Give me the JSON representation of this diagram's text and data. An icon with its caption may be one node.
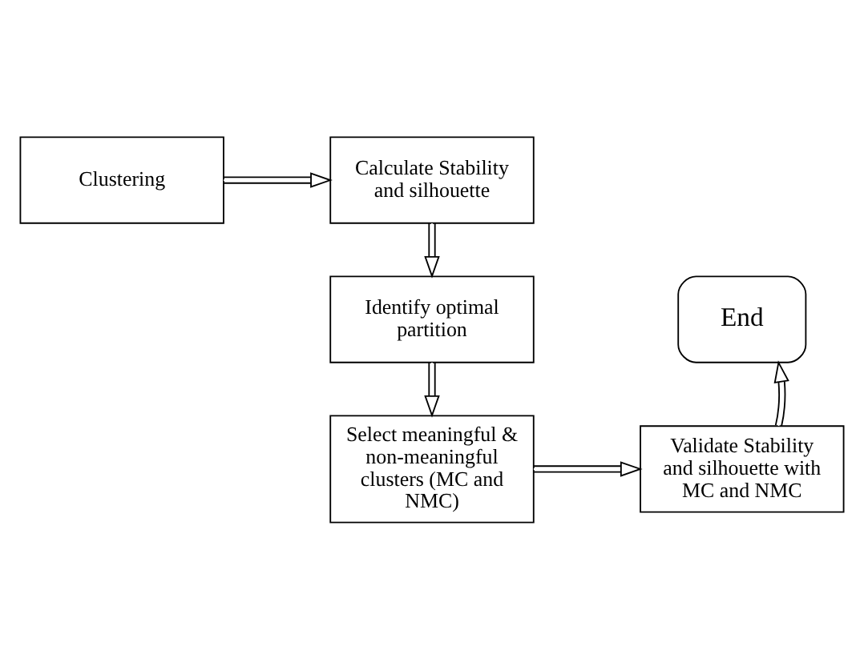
{
  "diagram": {
    "nodes": [
      {
        "text": [
          "Clustering"
        ]
      },
      {
        "text": [
          "Calculate Stability and silhouette"
        ]
      },
      {
        "text": [
          "Identify optimal partition"
        ]
      },
      {
        "text": [
          "Select meaningful & non-meaningful clusters (MC and NMC)"
        ]
      },
      {
        "text": [
          "Validate Stability and silhouette with MC and NMC"
        ]
      },
      {
        "text": [
          "End"
        ]
      }
    ],
    "edges": [
      {
        "from": 0,
        "to": 1,
        "arrow": "to"
      },
      {
        "from": 1,
        "to": 2,
        "arrow": "to"
      },
      {
        "from": 2,
        "to": 3,
        "arrow": "to"
      },
      {
        "from": 3,
        "to": 4,
        "arrow": "to"
      },
      {
        "from": 4,
        "to": 5,
        "arrow": "to"
      }
    ]
  }
}
